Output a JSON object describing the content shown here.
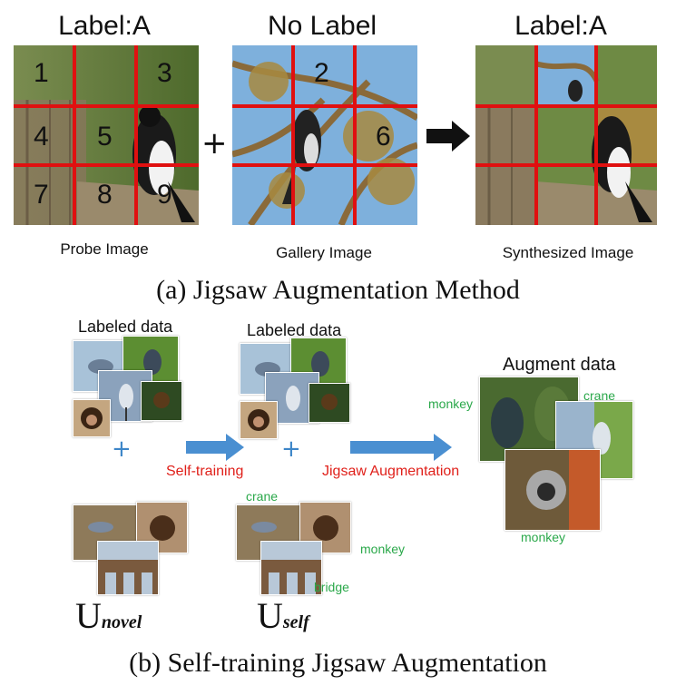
{
  "part_a": {
    "probe_label": "Label:A",
    "gallery_label": "No Label",
    "synth_label": "Label:A",
    "probe_caption": "Probe Image",
    "gallery_caption": "Gallery Image",
    "synth_caption": "Synthesized Image",
    "plus": "+",
    "probe_numbers": [
      "1",
      "3",
      "4",
      "5",
      "7",
      "8",
      "9"
    ],
    "gallery_numbers": [
      "2",
      "6"
    ],
    "caption": "(a) Jigsaw Augmentation Method"
  },
  "part_b": {
    "labeled_1": "Labeled data",
    "labeled_2": "Labeled data",
    "augment": "Augment data",
    "plus": "+",
    "self_training": "Self-training",
    "jigsaw_aug": "Jigsaw Augmentation",
    "u_letter": "U",
    "u_novel_sub": "novel",
    "u_self_sub": "self",
    "crane_self": "crane",
    "monkey_self": "monkey",
    "bridge_self": "bridge",
    "monkey_aug_1": "monkey",
    "crane_aug": "crane",
    "monkey_aug_2": "monkey",
    "caption": "(b) Self-training Jigsaw Augmentation"
  },
  "colors": {
    "grid_red": "#e01010",
    "arrow_blue": "#4a8fd1",
    "label_green": "#2aa84a",
    "text_red": "#e0201a"
  }
}
